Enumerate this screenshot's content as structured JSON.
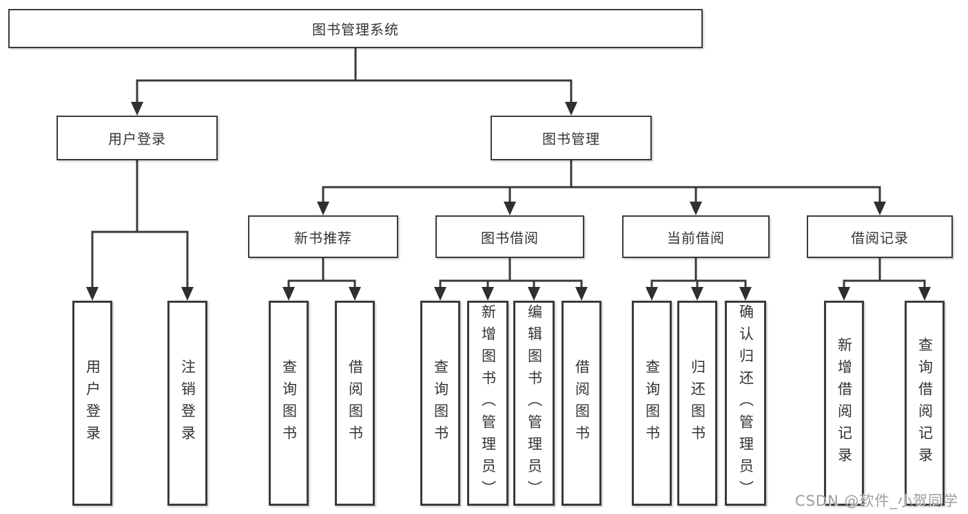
{
  "tree": {
    "root": {
      "label": "图书管理系统"
    },
    "level2": {
      "user_login": {
        "label": "用户登录"
      },
      "book_mgmt": {
        "label": "图书管理"
      }
    },
    "level3": {
      "new_books": {
        "label": "新书推荐"
      },
      "book_borrow": {
        "label": "图书借阅"
      },
      "current_borrow": {
        "label": "当前借阅"
      },
      "borrow_records": {
        "label": "借阅记录"
      }
    },
    "leaves": {
      "user_login": [
        {
          "label": "用户登录"
        },
        {
          "label": "注销登录"
        }
      ],
      "new_books": [
        {
          "label": "查询图书"
        },
        {
          "label": "借阅图书"
        }
      ],
      "book_borrow": [
        {
          "label": "查询图书"
        },
        {
          "label": "新增图书（管理员）"
        },
        {
          "label": "编辑图书（管理员）"
        },
        {
          "label": "借阅图书"
        }
      ],
      "current_borrow": [
        {
          "label": "查询图书"
        },
        {
          "label": "归还图书"
        },
        {
          "label": "确认归还（管理员）"
        }
      ],
      "borrow_records": [
        {
          "label": "新增借阅记录"
        },
        {
          "label": "查询借阅记录"
        }
      ]
    }
  },
  "watermark": {
    "text": "CSDN @软件_小贺同学",
    "color": "#9c9c9c"
  },
  "colors": {
    "line": "#3a3a3a",
    "arrow": "#2f2f2f",
    "box_border": "#3a3a3a",
    "box_fill": "#ffffff",
    "text": "#333333",
    "background": "#ffffff"
  }
}
